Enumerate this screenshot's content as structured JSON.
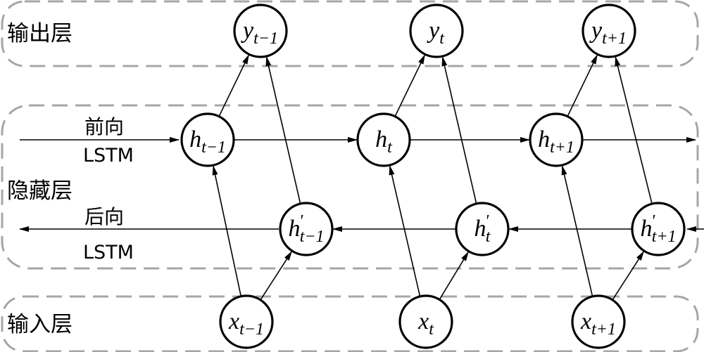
{
  "layers": {
    "output": "输出层",
    "hidden": "隐藏层",
    "input": "输入层"
  },
  "directions": {
    "forward": "前向",
    "forward_cell": "LSTM",
    "backward": "后向",
    "backward_cell": "LSTM"
  },
  "nodes": {
    "y_prev": {
      "base": "y",
      "prime": "",
      "sub": "t−1"
    },
    "y_cur": {
      "base": "y",
      "prime": "",
      "sub": "t"
    },
    "y_next": {
      "base": "y",
      "prime": "",
      "sub": "t+1"
    },
    "hf_prev": {
      "base": "h",
      "prime": "",
      "sub": "t−1"
    },
    "hf_cur": {
      "base": "h",
      "prime": "",
      "sub": "t"
    },
    "hf_next": {
      "base": "h",
      "prime": "",
      "sub": "t+1"
    },
    "hb_prev": {
      "base": "h",
      "prime": "′",
      "sub": "t−1"
    },
    "hb_cur": {
      "base": "h",
      "prime": "′",
      "sub": "t"
    },
    "hb_next": {
      "base": "h",
      "prime": "′",
      "sub": "t+1"
    },
    "x_prev": {
      "base": "x",
      "prime": "",
      "sub": "t−1"
    },
    "x_cur": {
      "base": "x",
      "prime": "",
      "sub": "t"
    },
    "x_next": {
      "base": "x",
      "prime": "",
      "sub": "t+1"
    }
  },
  "edges": [
    {
      "from": "x_prev",
      "to": "hf_prev"
    },
    {
      "from": "x_prev",
      "to": "hb_prev"
    },
    {
      "from": "x_cur",
      "to": "hf_cur"
    },
    {
      "from": "x_cur",
      "to": "hb_cur"
    },
    {
      "from": "x_next",
      "to": "hf_next"
    },
    {
      "from": "x_next",
      "to": "hb_next"
    },
    {
      "from": "hf_prev",
      "to": "y_prev"
    },
    {
      "from": "hb_prev",
      "to": "y_prev"
    },
    {
      "from": "hf_cur",
      "to": "y_cur"
    },
    {
      "from": "hb_cur",
      "to": "y_cur"
    },
    {
      "from": "hf_next",
      "to": "y_next"
    },
    {
      "from": "hb_next",
      "to": "y_next"
    },
    {
      "from": "hf_prev",
      "to": "hf_cur"
    },
    {
      "from": "hf_cur",
      "to": "hf_next"
    },
    {
      "from": "hb_next",
      "to": "hb_cur"
    },
    {
      "from": "hb_cur",
      "to": "hb_prev"
    }
  ]
}
